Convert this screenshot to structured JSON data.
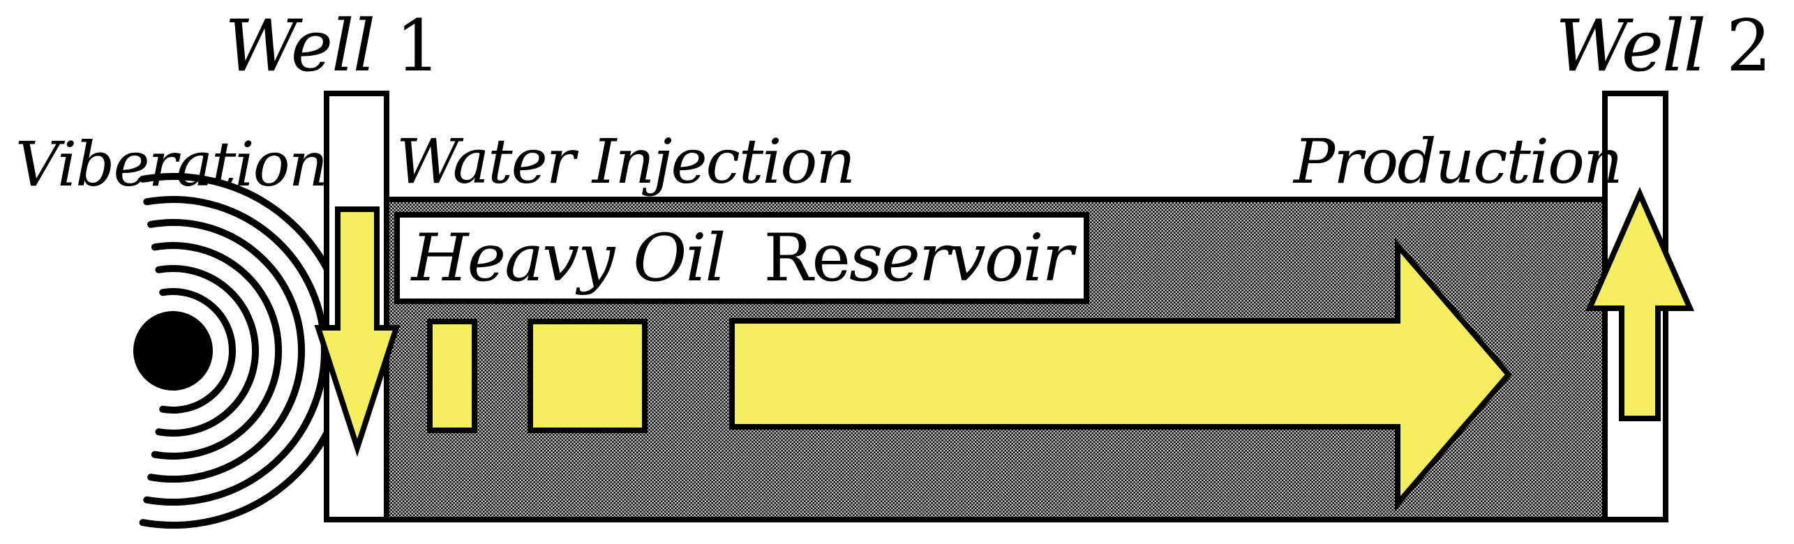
{
  "labels": {
    "well1_word": "Well",
    "well1_num": "1",
    "well2_word": "Well",
    "well2_num": "2",
    "vibration": "Viberation",
    "water_injection": "Water Injection",
    "production": "Production",
    "reservoir_italic1": "Heavy Oil",
    "reservoir_roman": "Re",
    "reservoir_italic2": "servoir"
  },
  "colors": {
    "arrow_yellow": "#f5ef5e",
    "outline": "#000000",
    "well_fill": "#ffffff",
    "hatch_light": "#c9c9c9"
  },
  "icons": {
    "vibration_source": "vibration-source-dot-icon",
    "vibration_waves": "vibration-waves-icon",
    "injection_arrow": "down-arrow-icon",
    "flow_arrow": "right-arrow-icon",
    "production_arrow": "up-arrow-icon"
  }
}
